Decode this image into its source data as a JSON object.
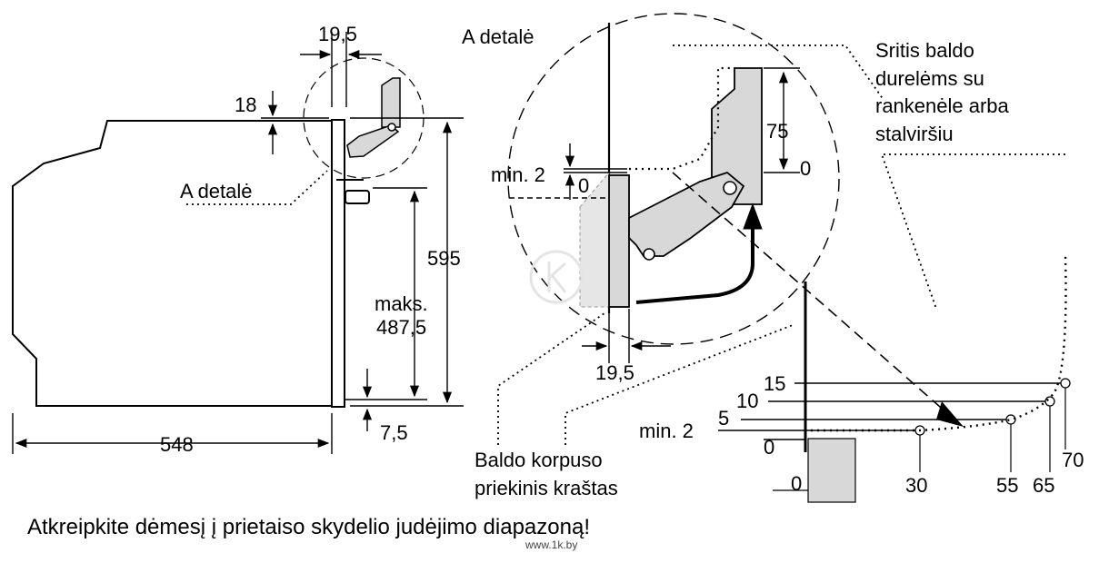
{
  "left": {
    "width_label": "548",
    "dim_top_gap": "19,5",
    "dim_top_offset": "18",
    "height_label": "595",
    "max_label_1": "maks.",
    "max_label_2": "487,5",
    "bottom_gap": "7,5",
    "detail_label": "A detalė"
  },
  "detail": {
    "title": "A detalė",
    "min_label": "min. 2",
    "zero_label": "0",
    "h75": "75",
    "h0": "0",
    "bottom_gap": "19,5"
  },
  "region": {
    "line1": "Sritis baldo",
    "line2": "durelėms su",
    "line3": "rankenėle arba",
    "line4": "stalviršiu"
  },
  "front": {
    "line1": "Baldo korpuso",
    "line2": "priekinis kraštas"
  },
  "graph": {
    "y15": "15",
    "y10": "10",
    "y5": "5",
    "ymin": "min. 2",
    "y0": "0",
    "x0": "0",
    "x30": "30",
    "x55": "55",
    "x65": "65",
    "x70": "70"
  },
  "footer": {
    "note": "Atkreipkite dėmesį į prietaiso skydelio judėjimo diapazoną!",
    "watermark": "www.1k.by"
  }
}
